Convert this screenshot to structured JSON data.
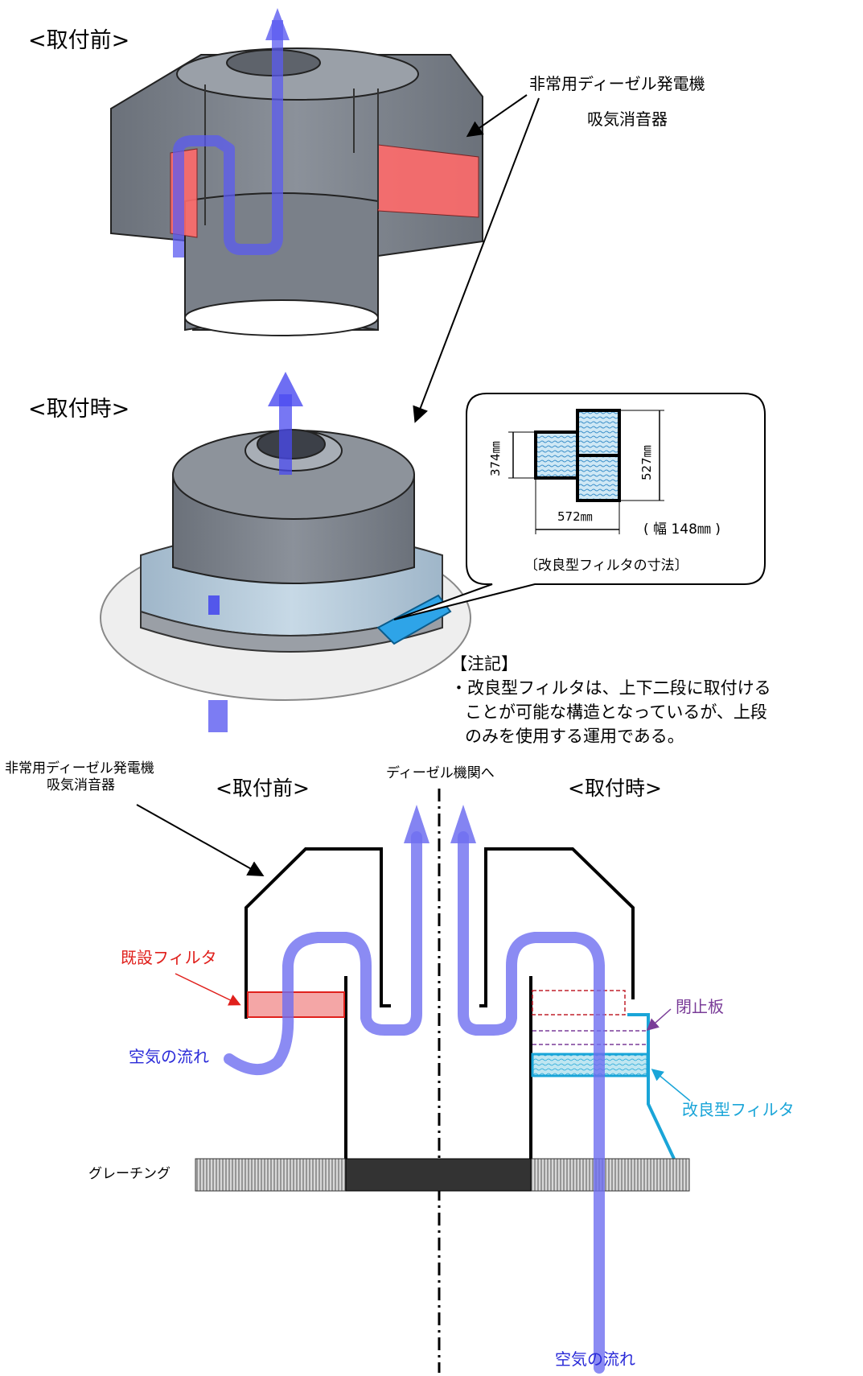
{
  "top": {
    "before_label": "<取付前>",
    "during_label": "<取付時>",
    "silencer_name_line1": "非常用ディーゼル発電機",
    "silencer_name_line2": "吸気消音器"
  },
  "callout": {
    "dim_height_small": "374㎜",
    "dim_height_large": "527㎜",
    "dim_width": "572㎜",
    "dim_depth": "( 幅 148㎜ )",
    "caption": "〔改良型フィルタの寸法〕"
  },
  "note": {
    "heading": "【注記】",
    "line1": "・改良型フィルタは、上下二段に取付ける",
    "line2": "ことが可能な構造となっているが、上段",
    "line3": "のみを使用する運用である。"
  },
  "section": {
    "silencer_name_line1": "非常用ディーゼル発電機",
    "silencer_name_line2": "吸気消音器",
    "before_label": "<取付前>",
    "during_label": "<取付時>",
    "to_engine": "ディーゼル機関へ",
    "existing_filter": "既設フィルタ",
    "air_flow_left": "空気の流れ",
    "closing_plate": "閉止板",
    "improved_filter": "改良型フィルタ",
    "grating": "グレーチング",
    "air_flow_bottom": "空気の流れ"
  },
  "colors": {
    "air_flow": "#7b7bef",
    "existing_filter": "#f4a6a6",
    "existing_filter_text": "#e0201c",
    "improved_filter": "#1aa5d8",
    "closing_plate": "#7a3c98",
    "housing_gray": "#7c828c"
  }
}
